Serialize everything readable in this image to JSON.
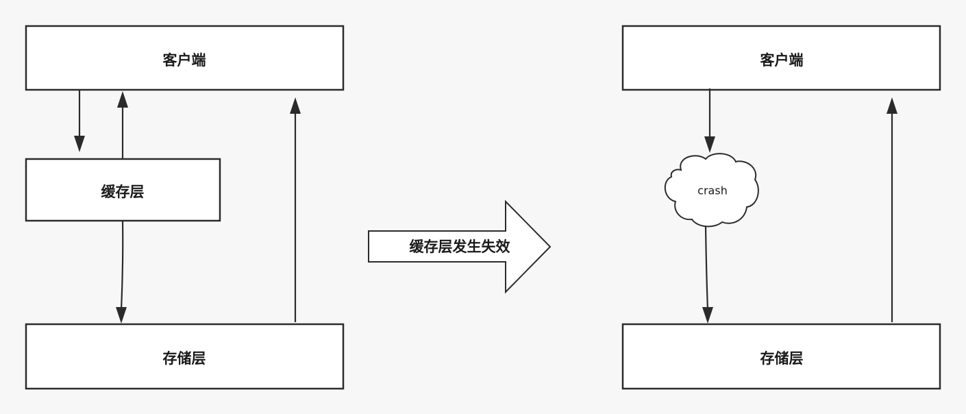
{
  "left_diagram": {
    "client_label": "客户端",
    "cache_label": "缓存层",
    "storage_label": "存储层"
  },
  "transition": {
    "label": "缓存层发生失效"
  },
  "right_diagram": {
    "client_label": "客户端",
    "crash_label": "crash",
    "storage_label": "存储层"
  },
  "colors": {
    "stroke": "#2b2b2b",
    "box_fill": "#ffffff",
    "background": "#f7f7f7"
  }
}
